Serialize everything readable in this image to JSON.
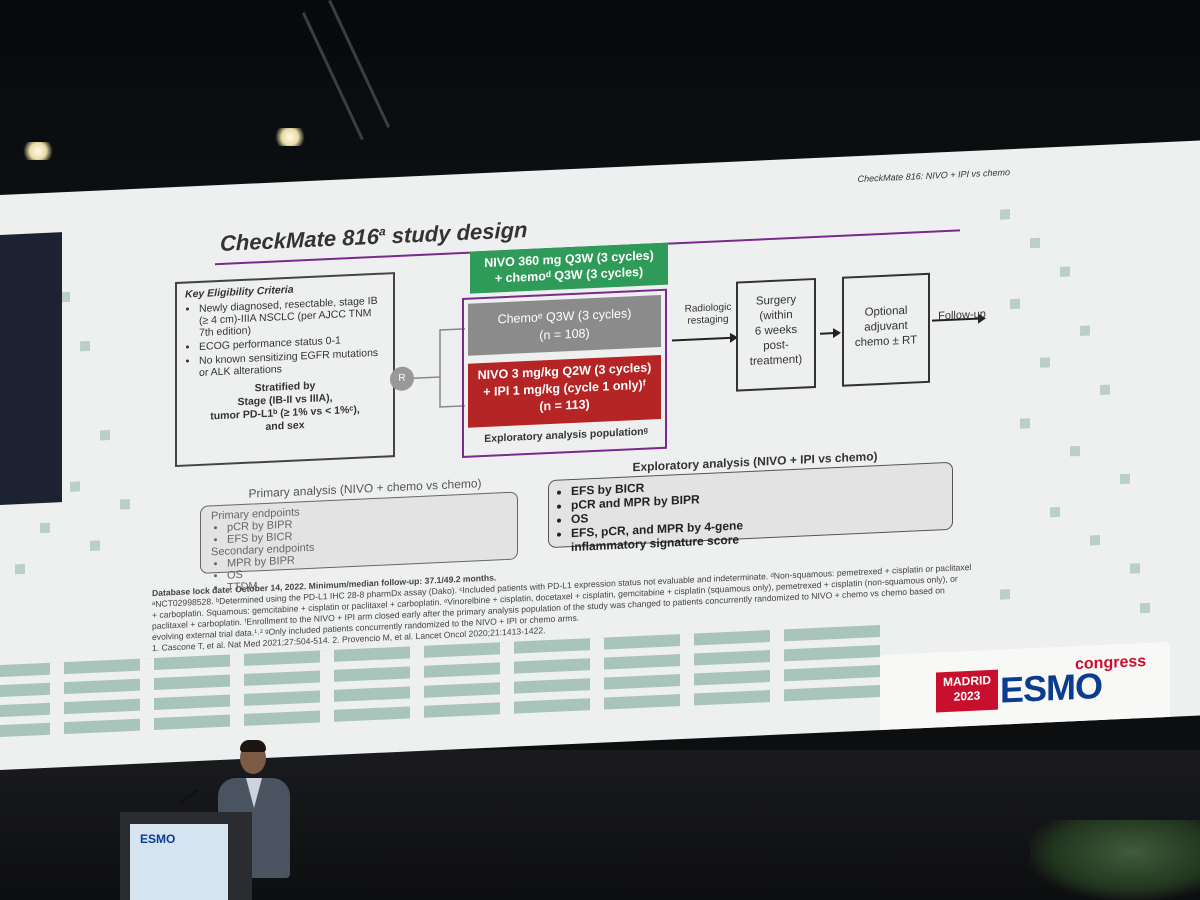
{
  "slide": {
    "header_tag": "CheckMate 816: NIVO + IPI vs chemo",
    "title": "CheckMate 816",
    "title_sup": "a",
    "title_rest": " study design",
    "eligibility": {
      "heading": "Key Eligibility Criteria",
      "items": [
        "Newly diagnosed, resectable, stage IB (≥ 4 cm)-IIIA NSCLC (per AJCC TNM 7th edition)",
        "ECOG performance status 0-1",
        "No known sensitizing EGFR mutations or ALK alterations"
      ],
      "stratified_heading": "Stratified by",
      "stratified_lines": [
        "Stage (IB-II vs IIIA),",
        "tumor PD-L1ᵇ (≥ 1% vs < 1%ᶜ),",
        "and sex"
      ]
    },
    "randomization_label": "R",
    "arm_green": [
      "NIVO 360 mg Q3W (3 cycles)",
      "+ chemoᵈ Q3W (3 cycles)"
    ],
    "arm_grey": [
      "Chemoᵉ Q3W (3 cycles)",
      "(n = 108)"
    ],
    "arm_red": [
      "NIVO 3 mg/kg Q2W (3 cycles)",
      "+ IPI 1 mg/kg (cycle 1 only)ᶠ",
      "(n = 113)"
    ],
    "exploratory_population": "Exploratory analysis populationᵍ",
    "radiologic": [
      "Radiologic",
      "restaging"
    ],
    "surgery": [
      "Surgery",
      "(within",
      "6 weeks",
      "post-",
      "treatment)"
    ],
    "optional": [
      "Optional",
      "adjuvant",
      "chemo ± RT"
    ],
    "followup": "Follow-up",
    "primary_analysis": {
      "heading": "Primary analysis (NIVO + chemo vs chemo)",
      "primary_title": "Primary endpoints",
      "primary_items": [
        "pCR by BIPR",
        "EFS by BICR"
      ],
      "secondary_title": "Secondary endpoints",
      "secondary_items": [
        "MPR by BIPR",
        "OS",
        "TTDM"
      ]
    },
    "exploratory_analysis": {
      "heading": "Exploratory analysis (NIVO + IPI vs chemo)",
      "left_items": [
        "EFS by BICR",
        "pCR and MPR by BIPR",
        "OS"
      ],
      "right_items": [
        "EFS, pCR, and MPR by 4-gene inflammatory signature score"
      ]
    },
    "footnotes": [
      "Database lock date: October 14, 2022. Minimum/median follow-up: 37.1/49.2 months.",
      "ᵃNCT02998528. ᵇDetermined using the PD-L1 IHC 28-8 pharmDx assay (Dako). ᶜIncluded patients with PD-L1 expression status not evaluable and indeterminate. ᵈNon-squamous: pemetrexed + cisplatin or paclitaxel + carboplatin. Squamous: gemcitabine + cisplatin or paclitaxel + carboplatin. ᵉVinorelbine + cisplatin, docetaxel + cisplatin, gemcitabine + cisplatin (squamous only), pemetrexed + cisplatin (non-squamous only), or paclitaxel + carboplatin. ᶠEnrollment to the NIVO + IPI arm closed early after the primary analysis population of the study was changed to patients concurrently randomized to NIVO + chemo vs chemo based on evolving external trial data.¹˒² ᵍOnly included patients concurrently randomized to the NIVO + IPI or chemo arms.",
      "1. Cascone T, et al. Nat Med 2021;27:504-514. 2. Provencio M, et al. Lancet Oncol 2020;21:1413-1422."
    ],
    "logo": {
      "city": "MADRID",
      "year": "2023",
      "brand": "ESMO",
      "suffix": "congress"
    }
  },
  "podium_logo": "ESMO",
  "colors": {
    "green_arm": "#2e9b58",
    "grey_arm": "#8b8b8b",
    "red_arm": "#b52525",
    "purple_accent": "#7a2a8c",
    "esmo_blue": "#0a3d8f",
    "esmo_red": "#c8102e"
  }
}
